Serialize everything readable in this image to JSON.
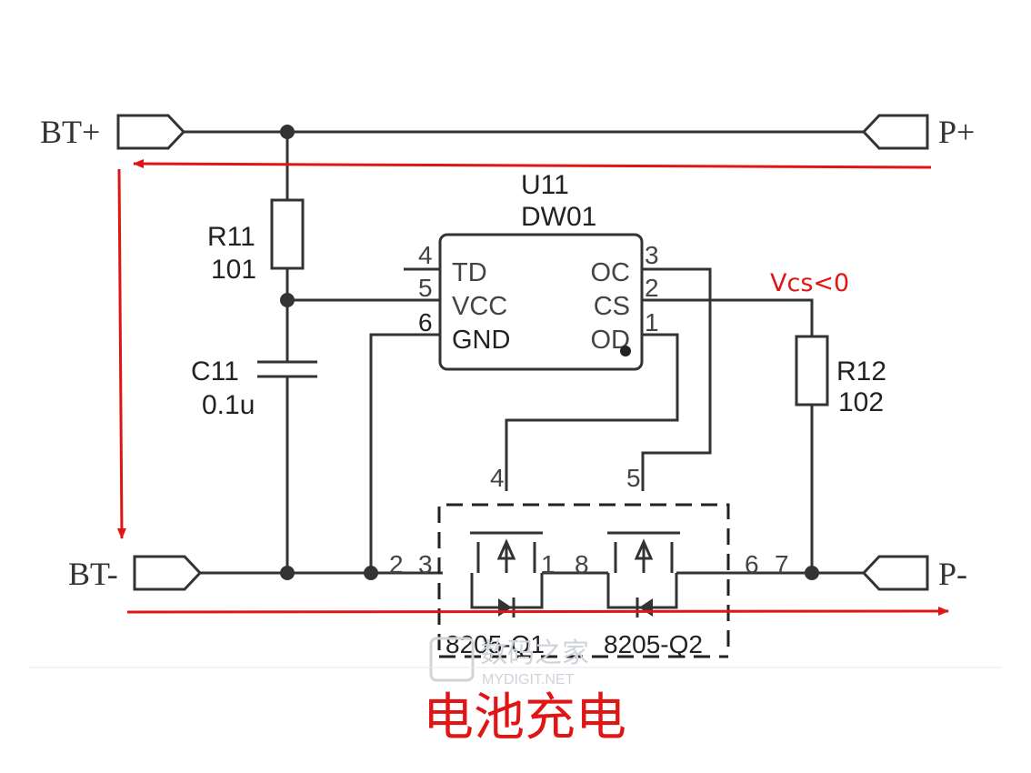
{
  "terminals": {
    "bt_plus": "BT+",
    "bt_minus": "BT-",
    "p_plus": "P+",
    "p_minus": "P-"
  },
  "ic": {
    "ref": "U11",
    "part": "DW01",
    "left_pins": [
      {
        "num": "4",
        "name": "TD"
      },
      {
        "num": "5",
        "name": "VCC"
      },
      {
        "num": "6",
        "name": "GND"
      }
    ],
    "right_pins": [
      {
        "num": "3",
        "name": "OC"
      },
      {
        "num": "2",
        "name": "CS"
      },
      {
        "num": "1",
        "name": "OD"
      }
    ]
  },
  "resistors": [
    {
      "ref": "R11",
      "value": "101"
    },
    {
      "ref": "R12",
      "value": "102"
    }
  ],
  "capacitor": {
    "ref": "C11",
    "value": "0.1u"
  },
  "mosfets": {
    "gate_pins": [
      "4",
      "5"
    ],
    "pins": [
      "2",
      "3",
      "1",
      "8",
      "6",
      "7"
    ],
    "q1_label": "8205-Q1",
    "q2_label": "8205-Q2"
  },
  "annotation": "Vcs<0",
  "caption": "电池充电",
  "watermark": {
    "logo": "数码之家",
    "url": "MYDIGIT.NET"
  },
  "colors": {
    "wire": "#333333",
    "arrow": "#e01515",
    "caption": "#e01515"
  }
}
